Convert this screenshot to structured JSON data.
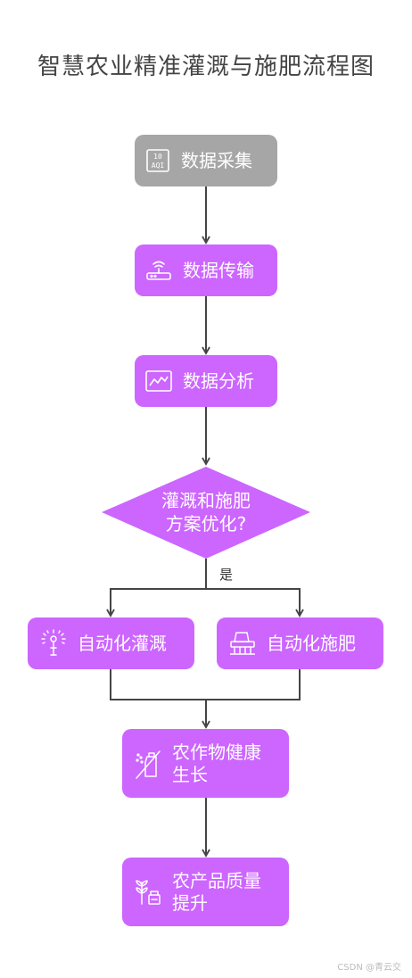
{
  "title": "智慧农业精准灌溉与施肥流程图",
  "colors": {
    "gray_node": "#a6a6a6",
    "purple_node": "#cc66ff",
    "edge": "#444444",
    "text": "#ffffff"
  },
  "nodes": {
    "data_collection": {
      "label": "数据采集",
      "icon": "aqi-icon",
      "icon_text_top": "10",
      "icon_text_bottom": "AQI"
    },
    "data_transfer": {
      "label": "数据传输",
      "icon": "router-icon"
    },
    "data_analysis": {
      "label": "数据分析",
      "icon": "line-chart-icon"
    },
    "decision": {
      "line1": "灌溉和施肥",
      "line2": "方案优化?"
    },
    "auto_irrigation": {
      "label": "自动化灌溉",
      "icon": "sprinkler-icon"
    },
    "auto_fertilize": {
      "label": "自动化施肥",
      "icon": "tractor-icon"
    },
    "crop_growth": {
      "line1": "农作物健康",
      "line2": "生长",
      "icon": "spray-bottle-icon"
    },
    "quality_up": {
      "line1": "农产品质量",
      "line2": "提升",
      "icon": "wheat-icon"
    }
  },
  "edge_labels": {
    "yes": "是"
  },
  "watermark": "CSDN @青云交"
}
